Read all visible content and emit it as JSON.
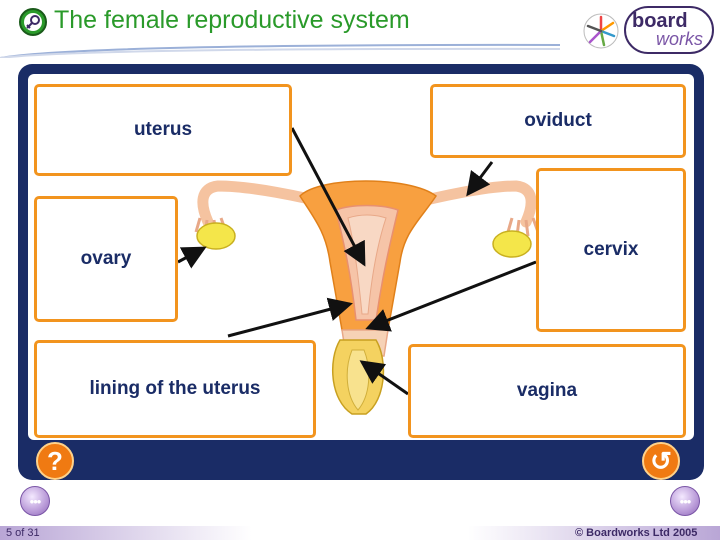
{
  "header": {
    "title": "The female reproductive system"
  },
  "logo": {
    "line1": "board",
    "line2": "works"
  },
  "labels": {
    "uterus": "uterus",
    "oviduct": "oviduct",
    "ovary": "ovary",
    "cervix": "cervix",
    "lining": "lining of the uterus",
    "vagina": "vagina"
  },
  "buttons": {
    "help": "?",
    "reset": "↺"
  },
  "footer": {
    "page": "5 of 31",
    "copyright": "© Boardworks Ltd 2005"
  },
  "colors": {
    "frame": "#1a2c66",
    "label_border": "#f2941e",
    "title": "#2a9a2a",
    "uterus": "#f8a040",
    "ovary": "#f4e64a"
  }
}
